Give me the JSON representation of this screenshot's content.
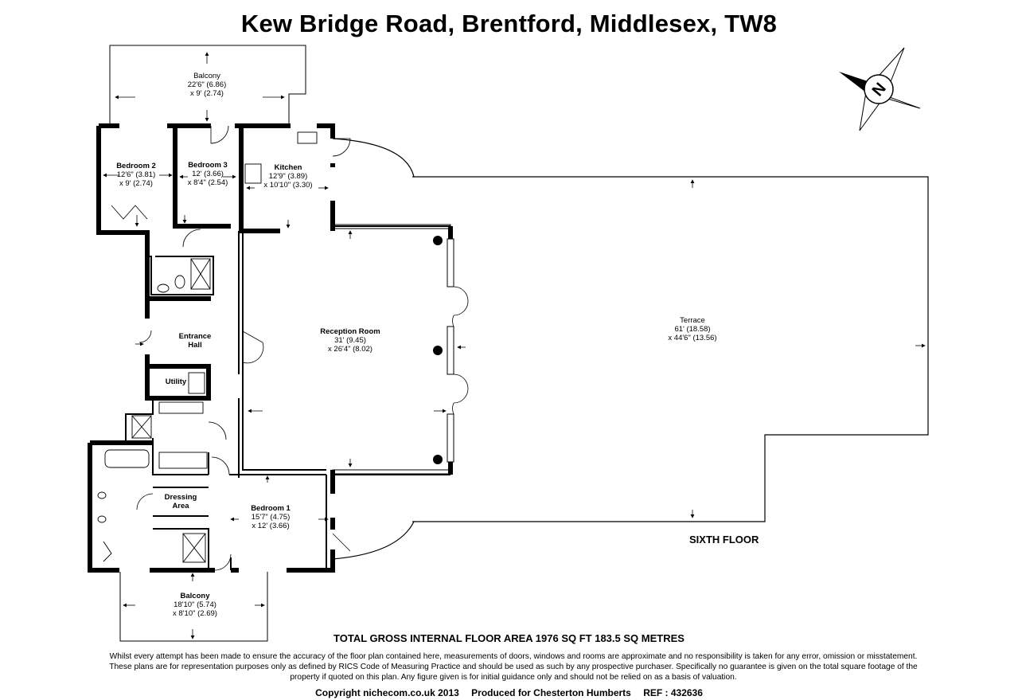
{
  "title": "Kew Bridge Road, Brentford, Middlesex, TW8",
  "floor_label": "SIXTH FLOOR",
  "total_area": "TOTAL GROSS INTERNAL FLOOR AREA 1976 SQ FT 183.5 SQ METRES",
  "disclaimer": "Whilst every attempt has been made to ensure the accuracy of the floor plan contained here, measurements of doors, windows and rooms are approximate and no responsibility is taken for any error, omission or misstatement. These plans are for representation purposes only as defined by RICS Code of Measuring Practice and should be used as such by any prospective purchaser. Specifically no guarantee is given on the total square footage of the property if quoted on this plan. Any figure given is for initial guidance only and should not be relied on as a basis of valuation.",
  "footer": {
    "copyright": "Copyright nichecom.co.uk 2013",
    "produced_for": "Produced for Chesterton Humberts",
    "ref": "REF : 432636"
  },
  "compass_letter": "N",
  "rooms": {
    "balcony_top": {
      "name": "Balcony",
      "dim1": "22'6\" (6.86)",
      "dim2": "x 9' (2.74)"
    },
    "bedroom2": {
      "name": "Bedroom 2",
      "dim1": "12'6\" (3.81)",
      "dim2": "x 9' (2.74)"
    },
    "bedroom3": {
      "name": "Bedroom 3",
      "dim1": "12' (3.66)",
      "dim2": "x 8'4\" (2.54)"
    },
    "kitchen": {
      "name": "Kitchen",
      "dim1": "12'9\" (3.89)",
      "dim2": "x 10'10\" (3.30)"
    },
    "entrance": {
      "name1": "Entrance",
      "name2": "Hall"
    },
    "utility": {
      "name": "Utility"
    },
    "reception": {
      "name": "Reception Room",
      "dim1": "31' (9.45)",
      "dim2": "x 26'4\" (8.02)"
    },
    "terrace": {
      "name": "Terrace",
      "dim1": "61' (18.58)",
      "dim2": "x 44'6\" (13.56)"
    },
    "dressing": {
      "name1": "Dressing",
      "name2": "Area"
    },
    "bedroom1": {
      "name": "Bedroom 1",
      "dim1": "15'7\" (4.75)",
      "dim2": "x 12' (3.66)"
    },
    "balcony_bottom": {
      "name": "Balcony",
      "dim1": "18'10\" (5.74)",
      "dim2": "x 8'10\" (2.69)"
    }
  }
}
